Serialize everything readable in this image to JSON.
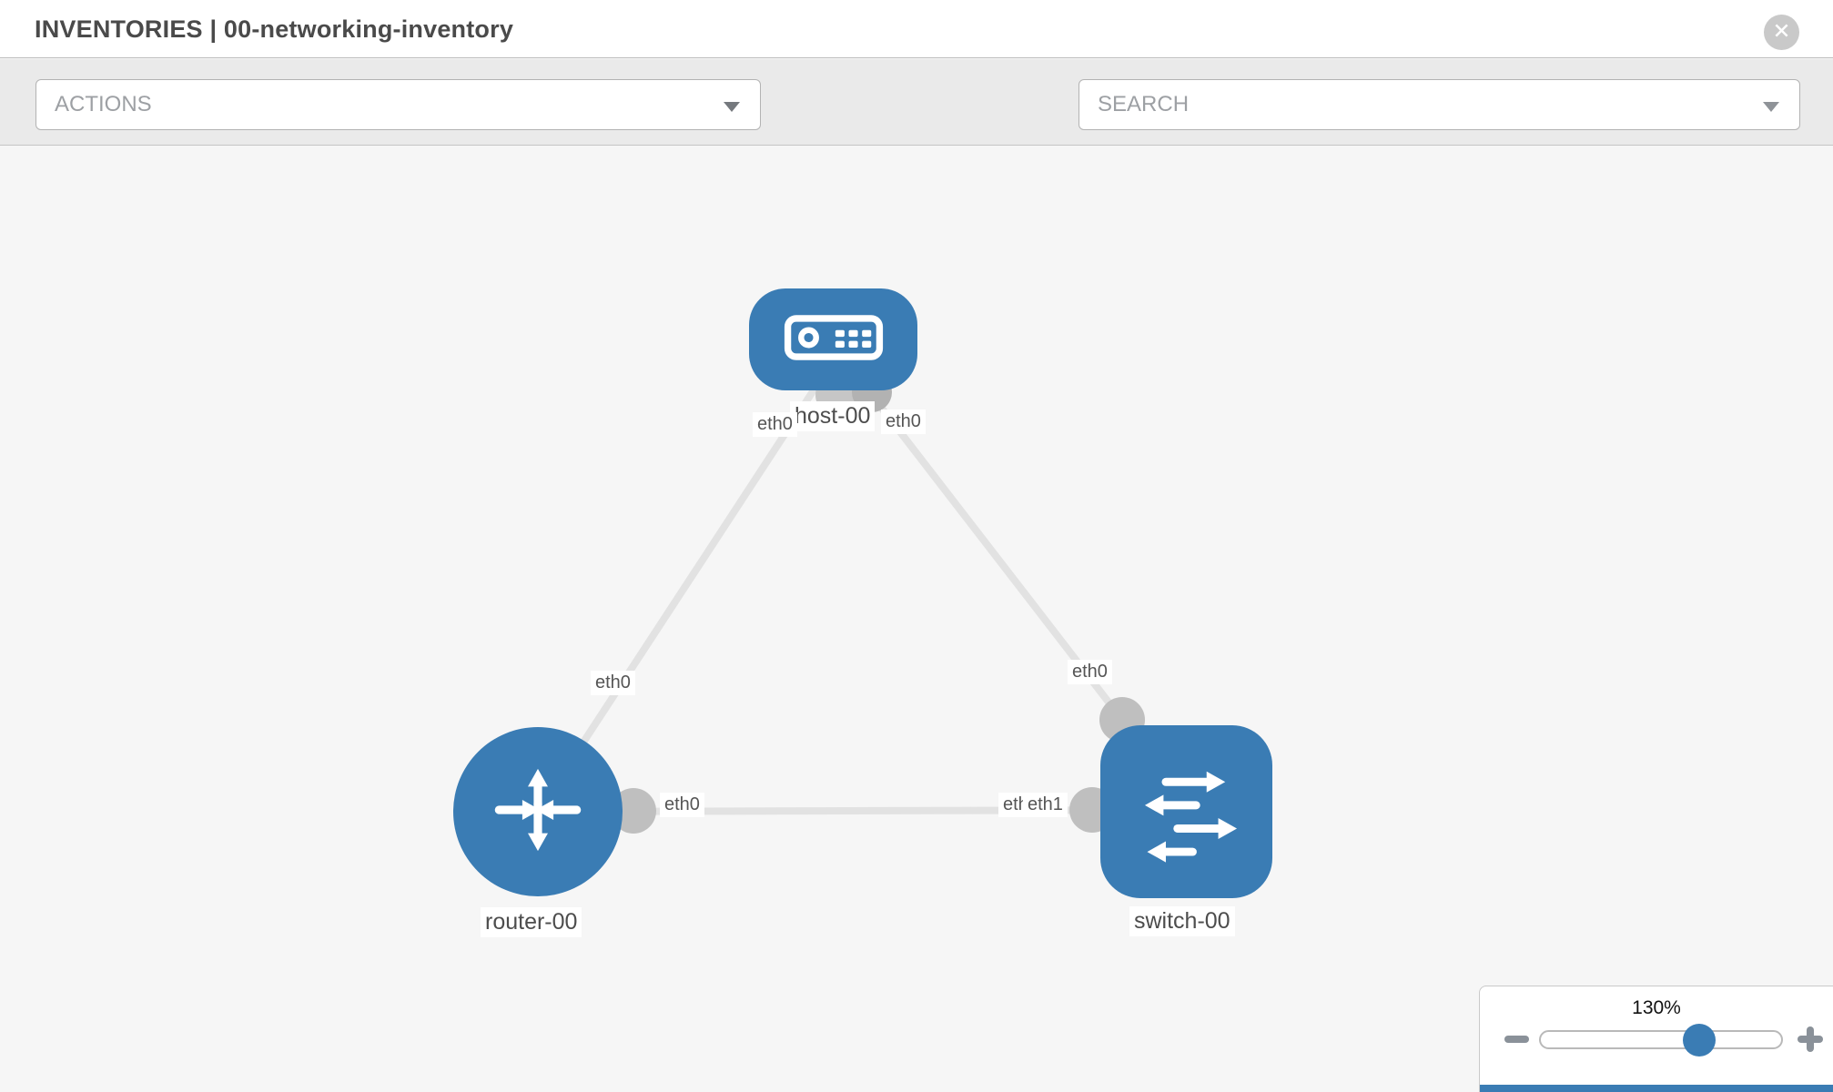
{
  "header": {
    "title": "INVENTORIES | 00-networking-inventory",
    "close_icon": "x-circle-icon"
  },
  "toolbar": {
    "actions_placeholder": "ACTIONS",
    "search_placeholder": "SEARCH",
    "icons": [
      "wrench-icon",
      "key-icon"
    ]
  },
  "topology": {
    "nodes": [
      {
        "label": "host-00",
        "type": "host",
        "icon": "server-icon"
      },
      {
        "label": "router-00",
        "type": "router",
        "icon": "router-arrows-icon"
      },
      {
        "label": "switch-00",
        "type": "switch",
        "icon": "switch-arrows-icon"
      }
    ],
    "links": [
      {
        "from": "router-00",
        "to": "host-00"
      },
      {
        "from": "switch-00",
        "to": "host-00"
      },
      {
        "from": "router-00",
        "to": "switch-00"
      }
    ],
    "interface_labels": {
      "host_left": "eth0",
      "host_right": "eth0",
      "router_host_link": "eth0",
      "switch_host_link": "eth0",
      "router_switch_link": "eth0",
      "switch_router_link": "eth1",
      "switch_router_link_under": "eth0"
    }
  },
  "zoom_control": {
    "level": "130%",
    "icons": [
      "minus-icon",
      "plus-icon"
    ]
  },
  "colors": {
    "node_blue": "#3a7cb4",
    "link_gray": "#e2e2e2",
    "interface_gray": "#bfbfbf",
    "canvas_bg": "#f6f6f6",
    "toolbar_bg": "#eaeaea"
  }
}
